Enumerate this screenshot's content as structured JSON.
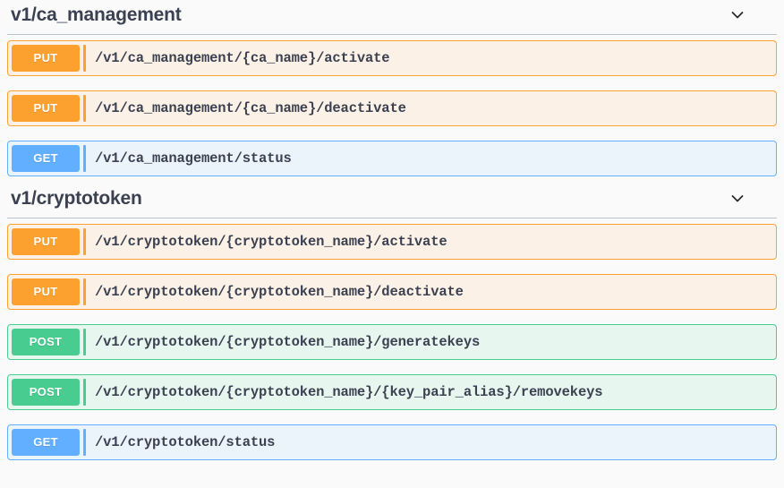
{
  "page": {
    "background_color": "#fafafa",
    "text_color": "#3b4151"
  },
  "colors": {
    "put": "#fca130",
    "get": "#61affe",
    "post": "#49cc90",
    "put_row_bg": "#fbf1e6",
    "get_row_bg": "#ebf3fb",
    "post_row_bg": "#e8f6f0",
    "divider": "#bcc2cd"
  },
  "sections": [
    {
      "title": "v1/ca_management",
      "collapse_icon": "chevron-down-icon",
      "operations": [
        {
          "method": "PUT",
          "path": "/v1/ca_management/{ca_name}/activate"
        },
        {
          "method": "PUT",
          "path": "/v1/ca_management/{ca_name}/deactivate"
        },
        {
          "method": "GET",
          "path": "/v1/ca_management/status"
        }
      ]
    },
    {
      "title": "v1/cryptotoken",
      "collapse_icon": "chevron-down-icon",
      "operations": [
        {
          "method": "PUT",
          "path": "/v1/cryptotoken/{cryptotoken_name}/activate"
        },
        {
          "method": "PUT",
          "path": "/v1/cryptotoken/{cryptotoken_name}/deactivate"
        },
        {
          "method": "POST",
          "path": "/v1/cryptotoken/{cryptotoken_name}/generatekeys"
        },
        {
          "method": "POST",
          "path": "/v1/cryptotoken/{cryptotoken_name}/{key_pair_alias}/removekeys"
        },
        {
          "method": "GET",
          "path": "/v1/cryptotoken/status"
        }
      ]
    }
  ]
}
